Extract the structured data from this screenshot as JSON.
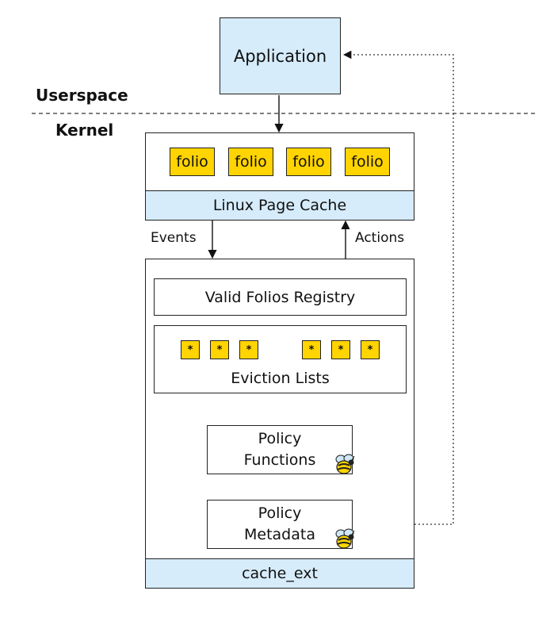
{
  "regions": {
    "userspace": "Userspace",
    "kernel": "Kernel"
  },
  "application": {
    "label": "Application"
  },
  "page_cache": {
    "folios": [
      "folio",
      "folio",
      "folio",
      "folio"
    ],
    "label": "Linux Page Cache"
  },
  "arrows": {
    "events": "Events",
    "actions": "Actions"
  },
  "cache_ext": {
    "registry": "Valid Folios Registry",
    "eviction": {
      "label": "Eviction Lists",
      "list_a": [
        "*",
        "*",
        "*"
      ],
      "list_b": [
        "*",
        "*",
        "*"
      ]
    },
    "policy_functions": {
      "line1": "Policy",
      "line2": "Functions"
    },
    "policy_metadata": {
      "line1": "Policy",
      "line2": "Metadata"
    },
    "label": "cache_ext"
  },
  "icons": {
    "bee": "bee-icon"
  },
  "colors": {
    "blue_fill": "#d6ecfb",
    "folio_yellow": "#ffd400"
  }
}
